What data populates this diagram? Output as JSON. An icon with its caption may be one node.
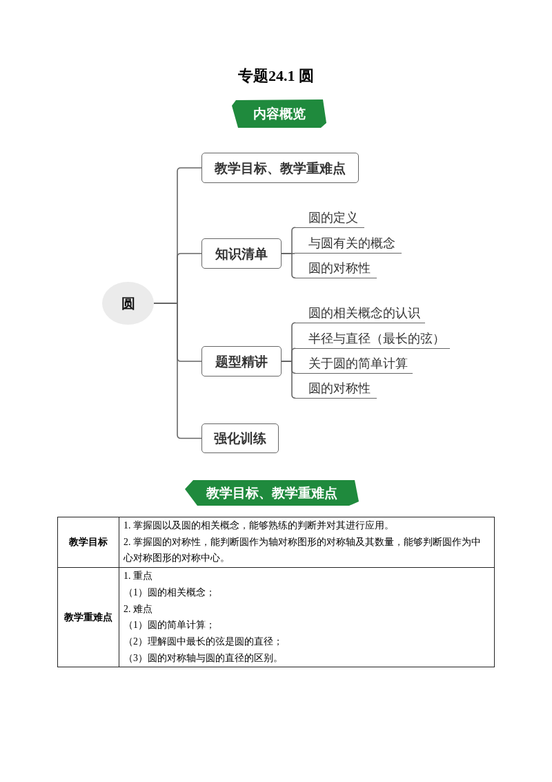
{
  "diagram": {
    "title": "专题24.1 圆",
    "nodes": [
      {
        "text": [
          "内容概览"
        ]
      },
      {
        "text": [
          "圆"
        ]
      },
      {
        "text": [
          "教学目标、教学重难点"
        ]
      },
      {
        "text": [
          "知识清单"
        ]
      },
      {
        "text": [
          "圆的定义"
        ]
      },
      {
        "text": [
          "与圆有关的概念"
        ]
      },
      {
        "text": [
          "圆的对称性"
        ]
      },
      {
        "text": [
          "题型精讲"
        ]
      },
      {
        "text": [
          "圆的相关概念的认识"
        ]
      },
      {
        "text": [
          "半径与直径（最长的弦）"
        ]
      },
      {
        "text": [
          "关于圆的简单计算"
        ]
      },
      {
        "text": [
          "圆的对称性"
        ]
      },
      {
        "text": [
          "强化训练"
        ]
      },
      {
        "text": [
          "教学目标、教学重难点"
        ]
      }
    ],
    "edges": [
      {
        "from": 1,
        "to": 2,
        "arrow": "none"
      },
      {
        "from": 1,
        "to": 3,
        "arrow": "none"
      },
      {
        "from": 1,
        "to": 7,
        "arrow": "none"
      },
      {
        "from": 1,
        "to": 12,
        "arrow": "none"
      },
      {
        "from": 3,
        "to": 4,
        "arrow": "none"
      },
      {
        "from": 3,
        "to": 5,
        "arrow": "none"
      },
      {
        "from": 3,
        "to": 6,
        "arrow": "none"
      },
      {
        "from": 7,
        "to": 8,
        "arrow": "none"
      },
      {
        "from": 7,
        "to": 9,
        "arrow": "none"
      },
      {
        "from": 7,
        "to": 10,
        "arrow": "none"
      },
      {
        "from": 7,
        "to": 11,
        "arrow": "none"
      }
    ],
    "labels": [
      "教学目标",
      "1. 掌握圆以及圆的相关概念，能够熟练的判断并对其进行应用。",
      "2. 掌握圆的对称性，能判断圆作为轴对称图形的对称轴及其数量，能够判断圆作为中心对称图形的对称中心。",
      "教学重难点",
      "1. 重点",
      "（1）圆的相关概念；",
      "2. 难点",
      "（1）圆的简单计算；",
      "（2）理解圆中最长的弦是圆的直径；",
      "（3）圆的对称轴与圆的直径的区别。"
    ]
  }
}
